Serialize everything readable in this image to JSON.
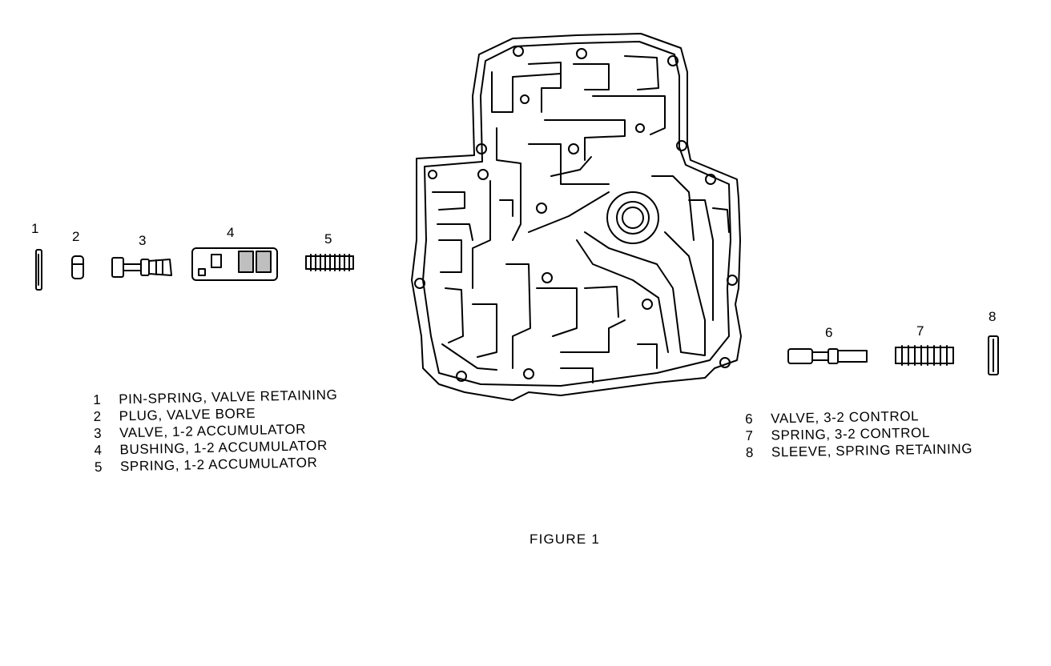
{
  "callouts": {
    "c1": "1",
    "c2": "2",
    "c3": "3",
    "c4": "4",
    "c5": "5",
    "c6": "6",
    "c7": "7",
    "c8": "8"
  },
  "legend_left": [
    {
      "num": "1",
      "text": "PIN-SPRING, VALVE RETAINING"
    },
    {
      "num": "2",
      "text": "PLUG, VALVE BORE"
    },
    {
      "num": "3",
      "text": "VALVE, 1-2 ACCUMULATOR"
    },
    {
      "num": "4",
      "text": "BUSHING, 1-2 ACCUMULATOR"
    },
    {
      "num": "5",
      "text": "SPRING, 1-2 ACCUMULATOR"
    }
  ],
  "legend_right": [
    {
      "num": "6",
      "text": "VALVE, 3-2 CONTROL"
    },
    {
      "num": "7",
      "text": "SPRING, 3-2 CONTROL"
    },
    {
      "num": "8",
      "text": "SLEEVE, SPRING RETAINING"
    }
  ],
  "caption": "FIGURE 1",
  "colors": {
    "ink": "#000000",
    "paper": "#ffffff"
  }
}
